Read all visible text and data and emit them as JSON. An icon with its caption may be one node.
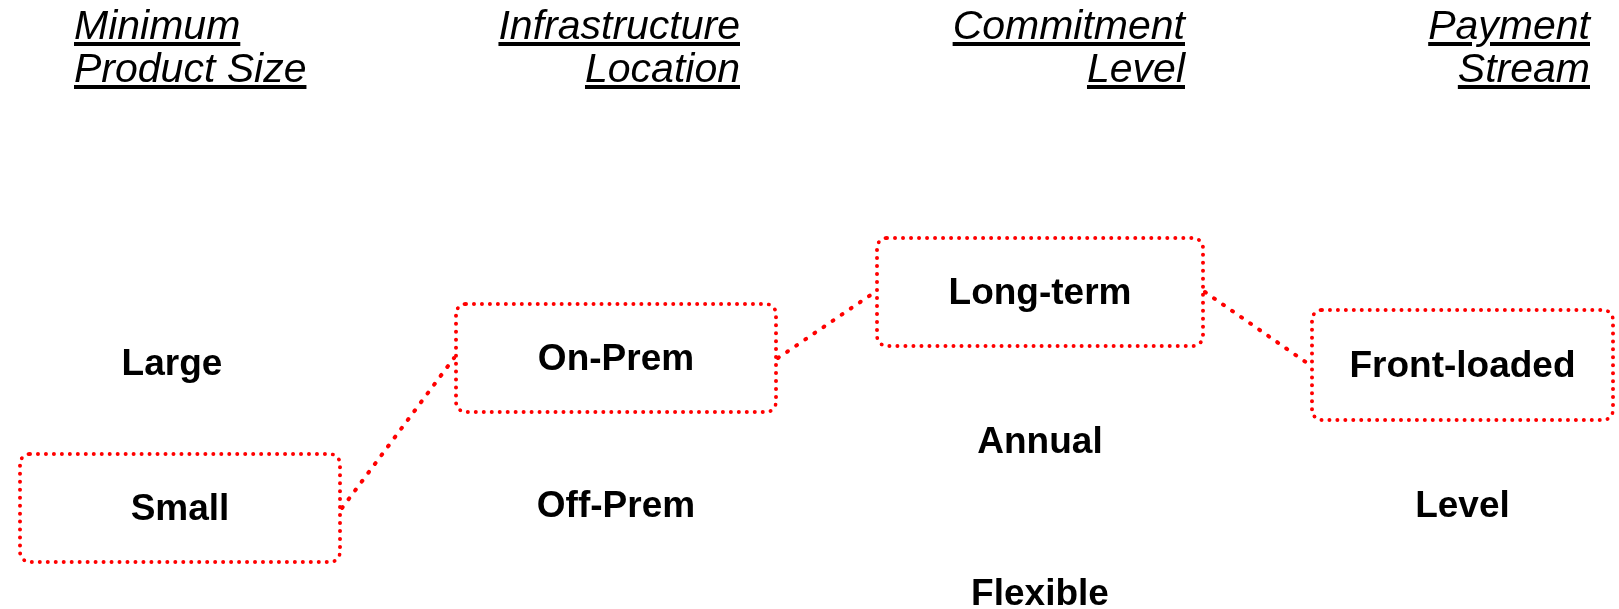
{
  "diagram": {
    "nodes": [
      {
        "text": [
          "Small"
        ]
      },
      {
        "text": [
          "On-Prem"
        ]
      },
      {
        "text": [
          "Long-term"
        ]
      },
      {
        "text": [
          "Front-loaded"
        ]
      }
    ],
    "edges": [
      {
        "from": 0,
        "to": 1,
        "arrow": "none",
        "style": "dashed",
        "color": "#ff0000"
      },
      {
        "from": 1,
        "to": 2,
        "arrow": "none",
        "style": "dashed",
        "color": "#ff0000"
      },
      {
        "from": 2,
        "to": 3,
        "arrow": "none",
        "style": "dashed",
        "color": "#ff0000"
      }
    ],
    "labels": [
      "Minimum Product Size",
      "Infrastructure Location",
      "Commitment Level",
      "Payment Stream",
      "Large",
      "Off-Prem",
      "Annual",
      "Flexible",
      "Level"
    ]
  }
}
